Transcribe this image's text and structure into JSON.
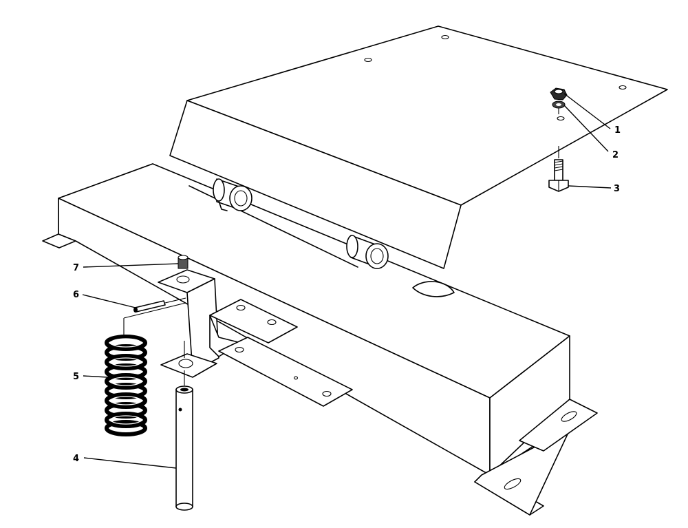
{
  "callouts": [
    {
      "id": "1",
      "label": "1"
    },
    {
      "id": "2",
      "label": "2"
    },
    {
      "id": "3",
      "label": "3"
    },
    {
      "id": "4",
      "label": "4"
    },
    {
      "id": "5",
      "label": "5"
    },
    {
      "id": "6",
      "label": "6"
    },
    {
      "id": "7",
      "label": "7"
    }
  ],
  "parts": {
    "1": "nut-icon",
    "2": "washer-icon",
    "3": "hex-bolt-icon",
    "4": "pin-rod-icon",
    "5": "coil-spring-icon",
    "6": "cotter-pin-icon",
    "7": "grease-fitting-icon"
  },
  "colors": {
    "line": "#000000",
    "background": "#ffffff"
  }
}
